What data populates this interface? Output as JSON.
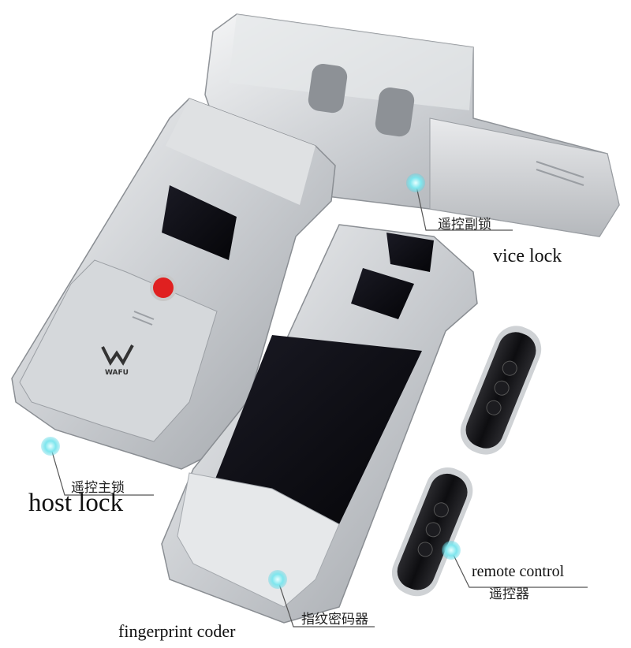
{
  "brand": {
    "logo_text": "WAFU"
  },
  "labels": {
    "vice_cn": "遥控副锁",
    "vice_en": "vice lock",
    "host_cn": "遥控主锁",
    "host_en": "host lock",
    "coder_cn": "指纹密码器",
    "coder_en": "fingerprint coder",
    "remote_en": "remote control",
    "remote_cn": "遥控器"
  },
  "colors": {
    "body_silver": "#c9ccd0",
    "highlight_cyan": "#7ee6ee",
    "red_button": "#e02020",
    "glass_black": "#0c0c12"
  }
}
